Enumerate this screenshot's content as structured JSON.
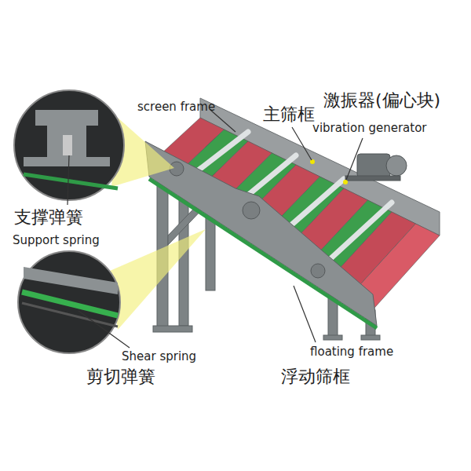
{
  "diagram": {
    "labels": [
      "主筛框",
      "screen frame",
      "激振器(偏心块)",
      "vibration generator",
      "支撑弹簧",
      "Support spring",
      "Shear spring",
      "剪切弹簧",
      "floating frame",
      "浮动筛框"
    ]
  }
}
